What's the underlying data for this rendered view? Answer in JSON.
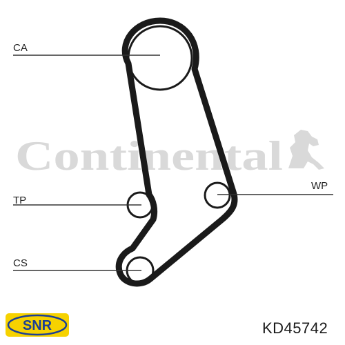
{
  "diagram": {
    "labels": {
      "ca": "CA",
      "tp": "TP",
      "cs": "CS",
      "wp": "WP"
    },
    "part_number": "KD45742"
  },
  "watermark": {
    "text": "Continental",
    "color": "#d9d9d9",
    "icon": "horse-icon"
  },
  "brand": {
    "logo_text": "SNR",
    "colors": {
      "background": "#f6d200",
      "ring": "#1b3f95",
      "text": "#1b3f95"
    }
  },
  "colors": {
    "belt": "#1a1a1a",
    "lines": "#333333"
  }
}
